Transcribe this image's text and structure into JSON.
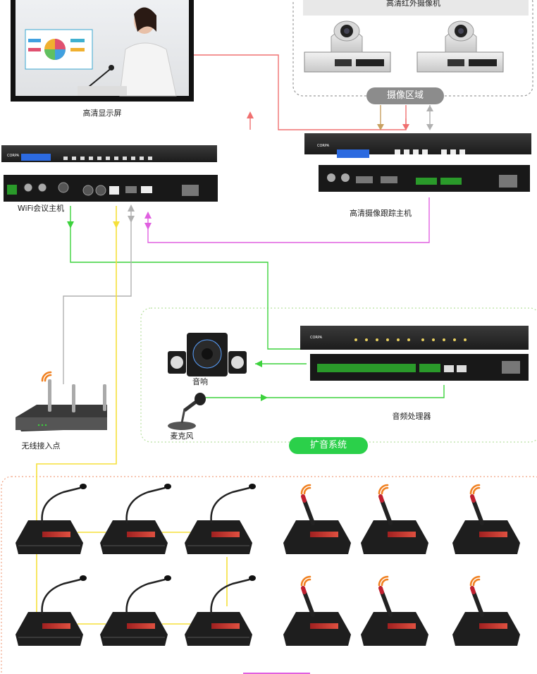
{
  "labels": {
    "display_screen": "高清显示屏",
    "camera_title": "高清红外摄像机",
    "camera_zone": "摄像区域",
    "wifi_host": "WiFi会议主机",
    "tracking_host": "高清摄像跟踪主机",
    "speaker": "音响",
    "microphone": "麦克风",
    "audio_processor": "音频处理器",
    "wireless_ap": "无线接入点",
    "pa_system": "扩音系统"
  },
  "device_brand": "CORPA",
  "colors": {
    "camera_zone_pill": "#8c8c8c",
    "pa_system_pill": "#2bd04a",
    "line_red": "#f07070",
    "line_tan": "#c8a060",
    "line_grey": "#b0b0b0",
    "line_green": "#3cd23c",
    "line_yellow": "#f5e03a",
    "line_magenta": "#e060e0",
    "wifi_orange": "#f08020",
    "zone_border_grey": "#9a9a9a",
    "zone_border_green": "#b8e0a0",
    "zone_border_orange": "#f0a080"
  },
  "icons": [
    "wifi-signal-icon"
  ]
}
